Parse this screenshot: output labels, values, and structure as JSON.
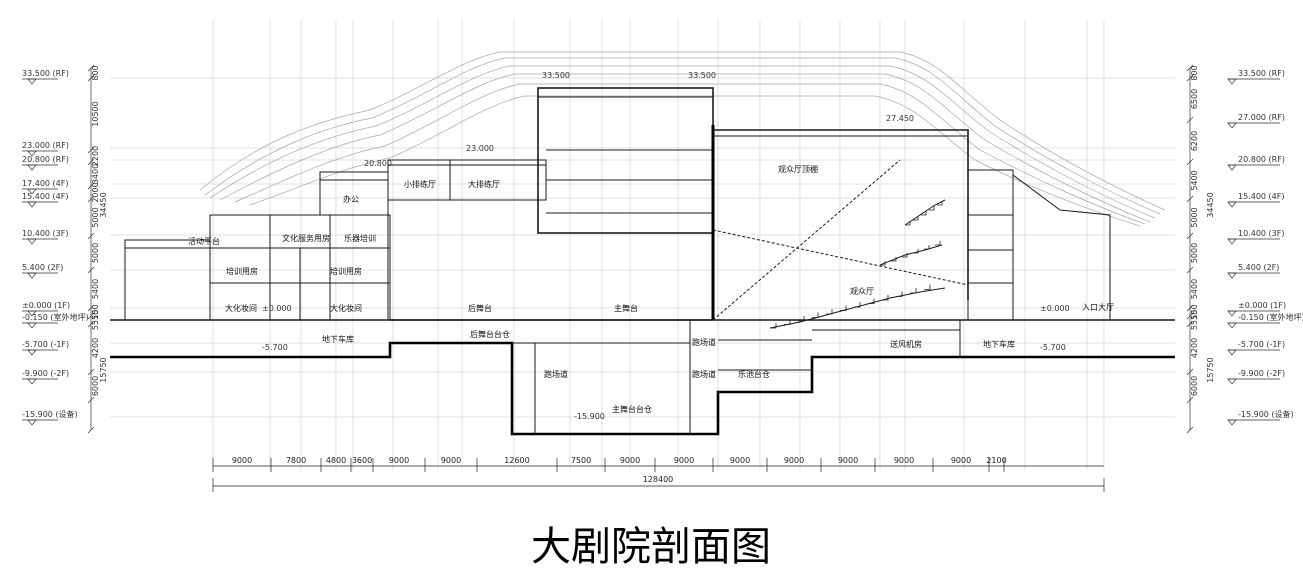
{
  "title": "大剧院剖面图",
  "levels_left": [
    "33.500 (RF)",
    "23.000 (RF)",
    "20.800 (RF)",
    "17.400 (4F)",
    "15.400 (4F)",
    "10.400 (3F)",
    "5.400 (2F)",
    "±0.000 (1F)",
    "-0.150 (室外地坪)",
    "-5.700 (-1F)",
    "-9.900 (-2F)",
    "-15.900 (设备)"
  ],
  "levels_right": [
    "33.500 (RF)",
    "27.000 (RF)",
    "20.800 (RF)",
    "15.400 (4F)",
    "10.400 (3F)",
    "5.400 (2F)",
    "±0.000 (1F)",
    "-0.150 (室外地坪)",
    "-5.700 (-1F)",
    "-9.900 (-2F)",
    "-15.900 (设备)"
  ],
  "left_floor_dims": [
    "800",
    "10500",
    "2200",
    "3400",
    "2000",
    "5000",
    "5000",
    "5400",
    "150",
    "5550",
    "4200",
    "6000"
  ],
  "left_total": "34450",
  "left_total_below": "15750",
  "right_floor_dims": [
    "800",
    "6500",
    "6200",
    "5400",
    "5000",
    "5000",
    "5400",
    "150",
    "5550",
    "4200",
    "6000"
  ],
  "right_total": "34450",
  "right_total_below": "15750",
  "bottom_dims": [
    "9000",
    "7800",
    "4800",
    "3600",
    "9000",
    "9000",
    "12600",
    "7500",
    "9000",
    "9000",
    "9000",
    "9000",
    "9000",
    "9000",
    "9000",
    "2100"
  ],
  "bottom_total": "128400",
  "elev_labels": [
    "33.500",
    "33.500",
    "27.450",
    "23.000",
    "20.800",
    "±0.000",
    "±0.000",
    "-5.700",
    "-5.700",
    "-15.900"
  ],
  "rooms": {
    "office": "办公",
    "small_rehearsal": "小排练厅",
    "large_rehearsal": "大排练厅",
    "activity_platform": "活动平台",
    "culture_service": "文化服务用房",
    "music_training": "乐器培训",
    "training_left": "培训用房",
    "training_right": "培训用房",
    "dressing_left": "大化妆间",
    "dressing_right": "大化妆间",
    "backstage": "后舞台",
    "main_stage": "主舞台",
    "rear_stage_storage": "后舞台台仓",
    "main_stage_storage": "主舞台台仓",
    "parking_left": "地下车库",
    "parking_right": "地下车库",
    "orch_pit": "乐池台仓",
    "runway_1": "跑场道",
    "runway_2": "跑场道",
    "runway_3": "跑场道",
    "auditorium": "观众厅",
    "auditorium_grid": "观众厅顶棚",
    "entrance_hall": "入口大厅",
    "air_room": "送风机房"
  },
  "colors": {
    "line": "#1a1a1a",
    "grid": "#d8d8d8",
    "roof": "#a8a8a8",
    "wall": "#000000"
  }
}
